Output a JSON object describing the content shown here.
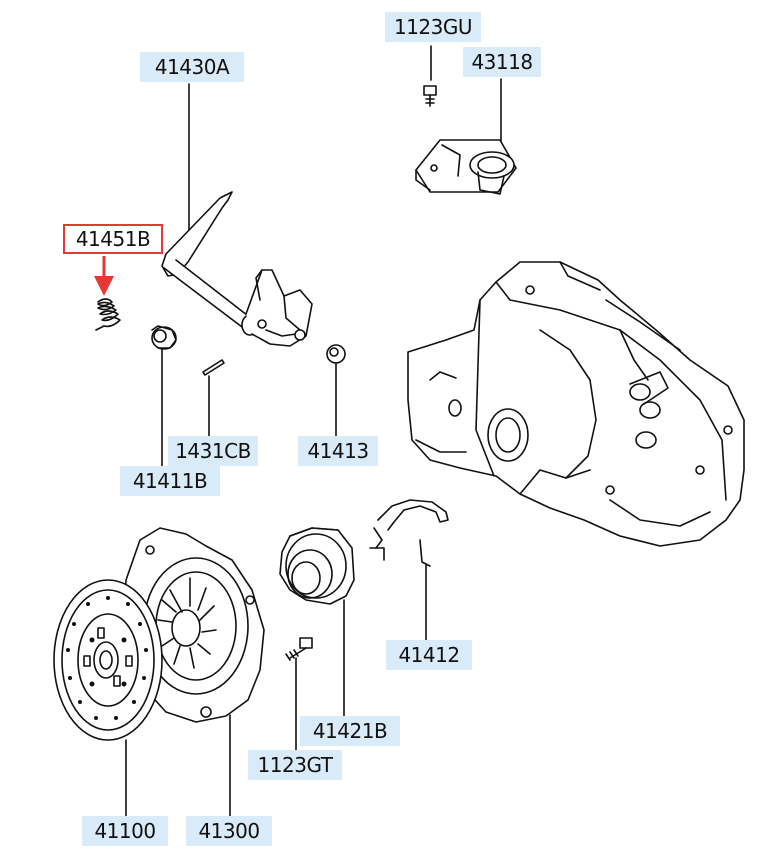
{
  "parts": {
    "p1123gu": "1123GU",
    "p43118": "43118",
    "p41430a": "41430A",
    "p41451b": "41451B",
    "p1431cb": "1431CB",
    "p41413": "41413",
    "p41411b": "41411B",
    "p41412": "41412",
    "p41421b": "41421B",
    "p1123gt": "1123GT",
    "p41100": "41100",
    "p41300": "41300"
  },
  "colors": {
    "label_bg": "#d9ebf8",
    "highlight_border": "#e53935",
    "arrow": "#e53935"
  },
  "icons": {
    "pointer": "red-down-arrow-icon"
  }
}
